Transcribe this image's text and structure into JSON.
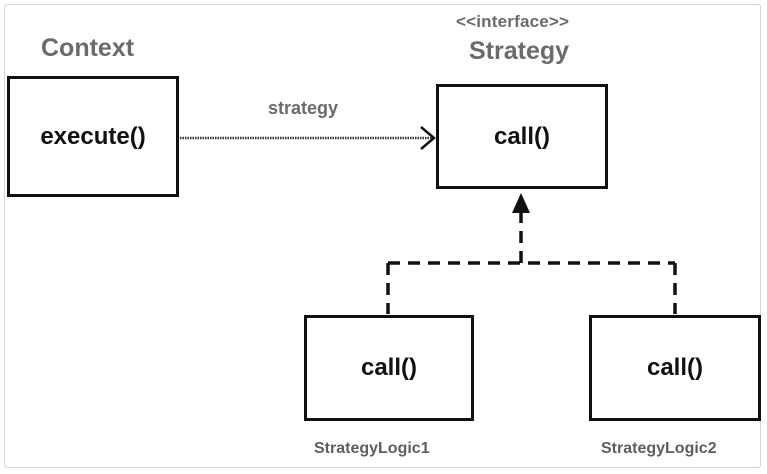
{
  "diagram": {
    "context": {
      "title": "Context",
      "method": "execute()"
    },
    "strategy": {
      "stereotype": "<<interface>>",
      "title": "Strategy",
      "method": "call()"
    },
    "association": {
      "label": "strategy"
    },
    "implementations": [
      {
        "name": "StrategyLogic1",
        "method": "call()"
      },
      {
        "name": "StrategyLogic2",
        "method": "call()"
      }
    ],
    "colors": {
      "box_border": "#111111",
      "label_text": "#6b6b6b",
      "frame_border": "#d6d6d6"
    }
  }
}
